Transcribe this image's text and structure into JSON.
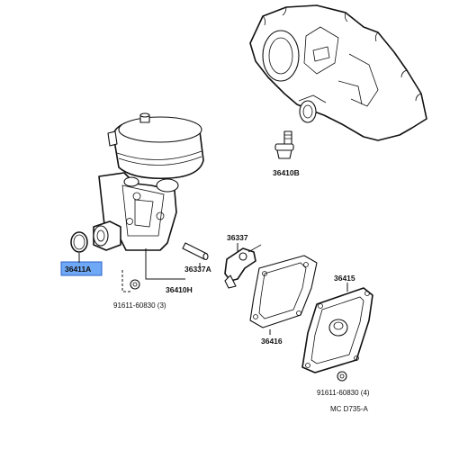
{
  "parts": {
    "p36411A": "36411A",
    "p91611_left": "91611-60830 (3)",
    "p36410H": "36410H",
    "p36337A": "36337A",
    "p36337": "36337",
    "p36410B": "36410B",
    "p36416": "36416",
    "p36415": "36415",
    "p91611_right": "91611-60830 (4)"
  },
  "diagram_code": "MC D735-A",
  "colors": {
    "highlight_fill": "#6fa8f5",
    "highlight_border": "#2a5fc9",
    "ink": "#111111"
  }
}
